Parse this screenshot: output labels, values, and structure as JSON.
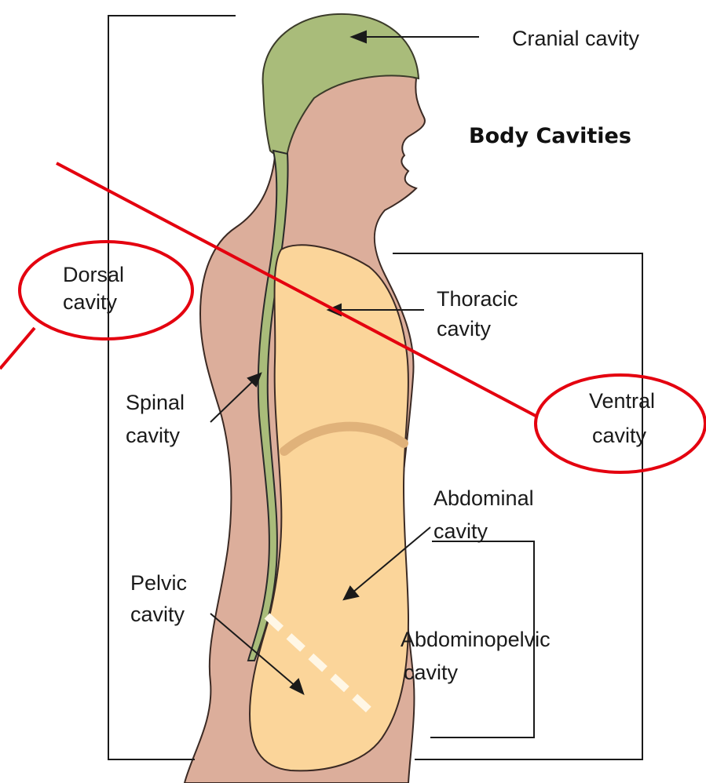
{
  "title": "Body Cavities",
  "labels": {
    "cranial": "Cranial cavity",
    "dorsal_1": "Dorsal",
    "dorsal_2": "cavity",
    "thoracic_1": "Thoracic",
    "thoracic_2": "cavity",
    "spinal_1": "Spinal",
    "spinal_2": "cavity",
    "ventral_1": "Ventral",
    "ventral_2": "cavity",
    "abdominal_1": "Abdominal",
    "abdominal_2": "cavity",
    "pelvic_1": "Pelvic",
    "pelvic_2": "cavity",
    "abdominopelvic_1": "Abdominopelvic",
    "abdominopelvic_2": "cavity"
  },
  "colors": {
    "skin": "#dcae9b",
    "cranial": "#a9bc7a",
    "ventral": "#fbd59a",
    "diaphragm": "#e0b27a",
    "annotation": "#e4000f",
    "line": "#1a1a1a"
  }
}
